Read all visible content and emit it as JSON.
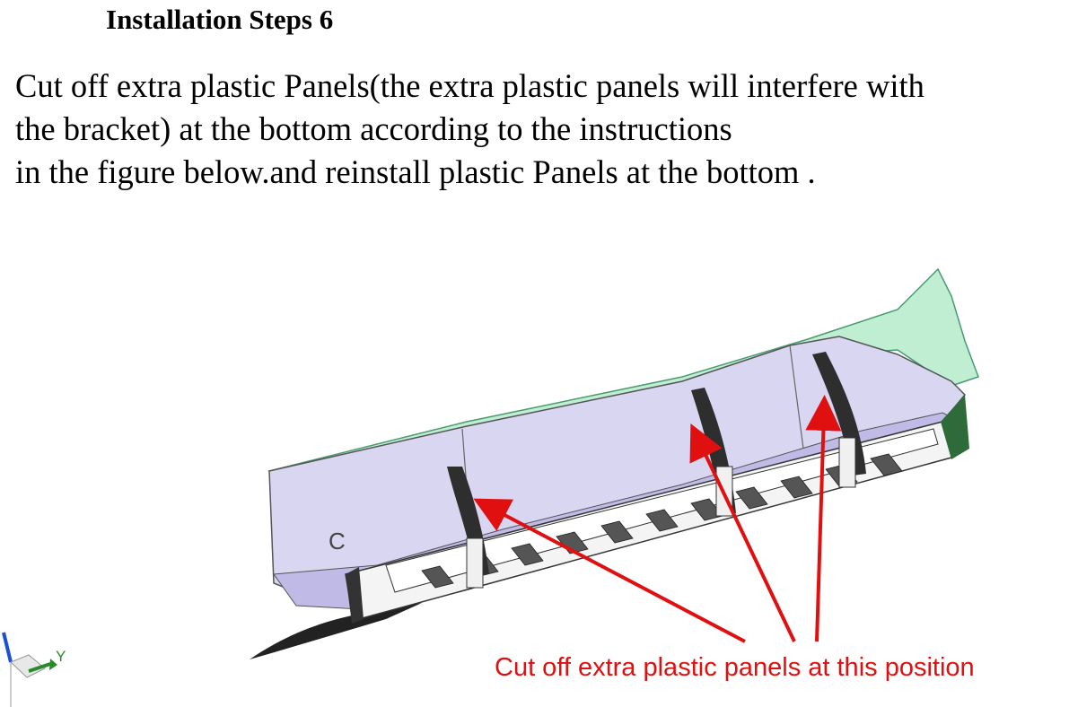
{
  "header": {
    "title": "Installation Steps  6"
  },
  "instructions": {
    "lines": [
      "Cut off extra plastic Panels(the extra plastic panels will interfere with",
      "the bracket) at the bottom according to the instructions",
      "in the figure below.and reinstall plastic Panels at the bottom ."
    ]
  },
  "figure": {
    "callout_label": "Cut off extra plastic panels at this position",
    "axis_label": "Y",
    "colors": {
      "panel_body": "#d9d6f2",
      "panel_shade": "#b9b4e0",
      "green_trim": "#8fe0b0",
      "bracket": "#2e2e2e",
      "arrow": "#e01010",
      "callout_text": "#e01010"
    },
    "arrow_count": 3
  }
}
